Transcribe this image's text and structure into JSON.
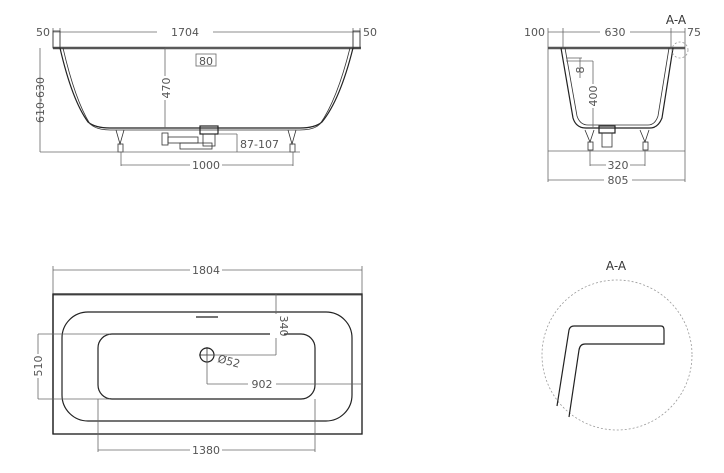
{
  "drawing": {
    "title": "Bathtub technical drawing",
    "line_color": "#222222",
    "dim_color": "#666666"
  },
  "side_view": {
    "overall_length": "1704",
    "left_rim": "50",
    "right_rim": "50",
    "height_range": "610-630",
    "depth": "470",
    "overflow_width": "80",
    "drain_height": "87-107",
    "leg_spacing": "1000"
  },
  "end_view": {
    "section_label": "A-A",
    "left_rim": "100",
    "inner_width": "630",
    "right_rim": "75",
    "rim_offset": "8",
    "depth": "400",
    "leg_spacing": "320",
    "overall_width": "805"
  },
  "top_view": {
    "overall_length": "1804",
    "drain_offset_y": "340",
    "drain_diameter": "Ø52",
    "drain_offset_x": "902",
    "inner_width": "510",
    "inner_length": "1380"
  },
  "detail_view": {
    "label": "A-A"
  }
}
